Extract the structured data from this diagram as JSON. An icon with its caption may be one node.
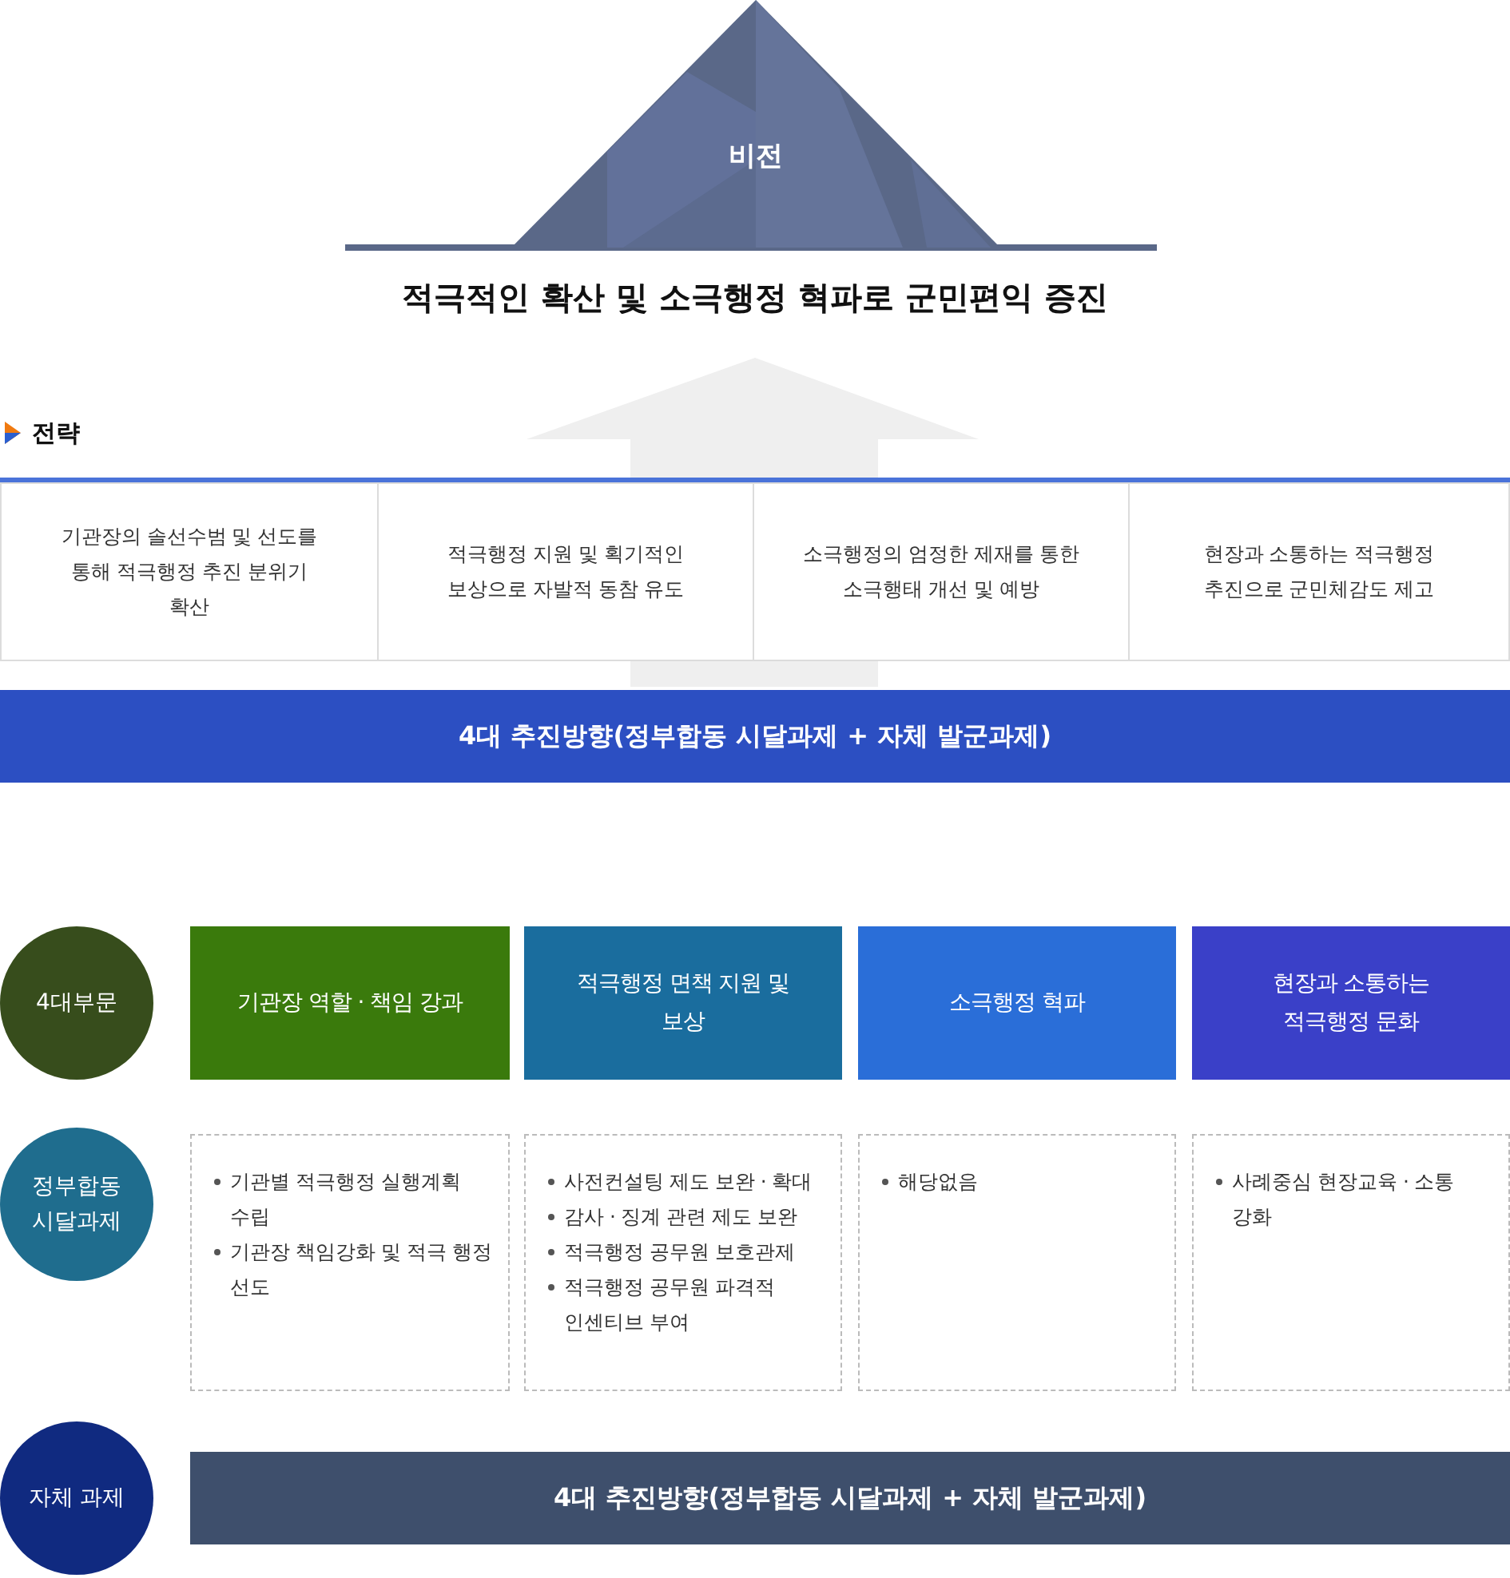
{
  "diagram": {
    "nodes": [
      {
        "text": [
          "비전"
        ]
      },
      {
        "text": [
          "적극적인 확산 및 소극행정 혁파로 군민편익 증진"
        ]
      },
      {
        "text": [
          "기관장의 솔선수범 및 선도를 통해 적극행정 추진 분위기 확산"
        ]
      },
      {
        "text": [
          "적극행정 지원 및 획기적인 보상으로 자발적 동참 유도"
        ]
      },
      {
        "text": [
          "소극행정의 엄정한 제재를 통한 소극행태 개선 및 예방"
        ]
      },
      {
        "text": [
          "현장과 소통하는 적극행정 추진으로 군민체감도 제고"
        ]
      },
      {
        "text": [
          "4대 추진방향(정부합동 시달과제 + 자체 발군과제)"
        ]
      },
      {
        "text": [
          "4대부문"
        ]
      },
      {
        "text": [
          "기관장 역할 · 책임 강과"
        ]
      },
      {
        "text": [
          "적극행정 면책 지원 및 보상"
        ]
      },
      {
        "text": [
          "소극행정 혁파"
        ]
      },
      {
        "text": [
          "현장과 소통하는 적극행정 문화"
        ]
      },
      {
        "text": [
          "정부합동 시달과제"
        ]
      },
      {
        "text": [
          "기관별 적극행정 실행계획 수립",
          "기관장 책임강화 및 적극 행정 선도"
        ]
      },
      {
        "text": [
          "사전컨설팅 제도 보완 · 확대",
          "감사 · 징계 관련 제도 보완",
          "적극행정 공무원 보호관제",
          "적극행정 공무원 파격적 인센티브 부여"
        ]
      },
      {
        "text": [
          "해당없음"
        ]
      },
      {
        "text": [
          "사례중심 현장교육 · 소통 강화"
        ]
      },
      {
        "text": [
          "자체 과제"
        ]
      },
      {
        "text": [
          "4대 추진방향(정부합동 시달과제 + 자체 발군과제)"
        ]
      }
    ],
    "edges": [
      {
        "from": null,
        "to": 1,
        "arrow": "to"
      }
    ],
    "labels": [
      "전략"
    ]
  }
}
